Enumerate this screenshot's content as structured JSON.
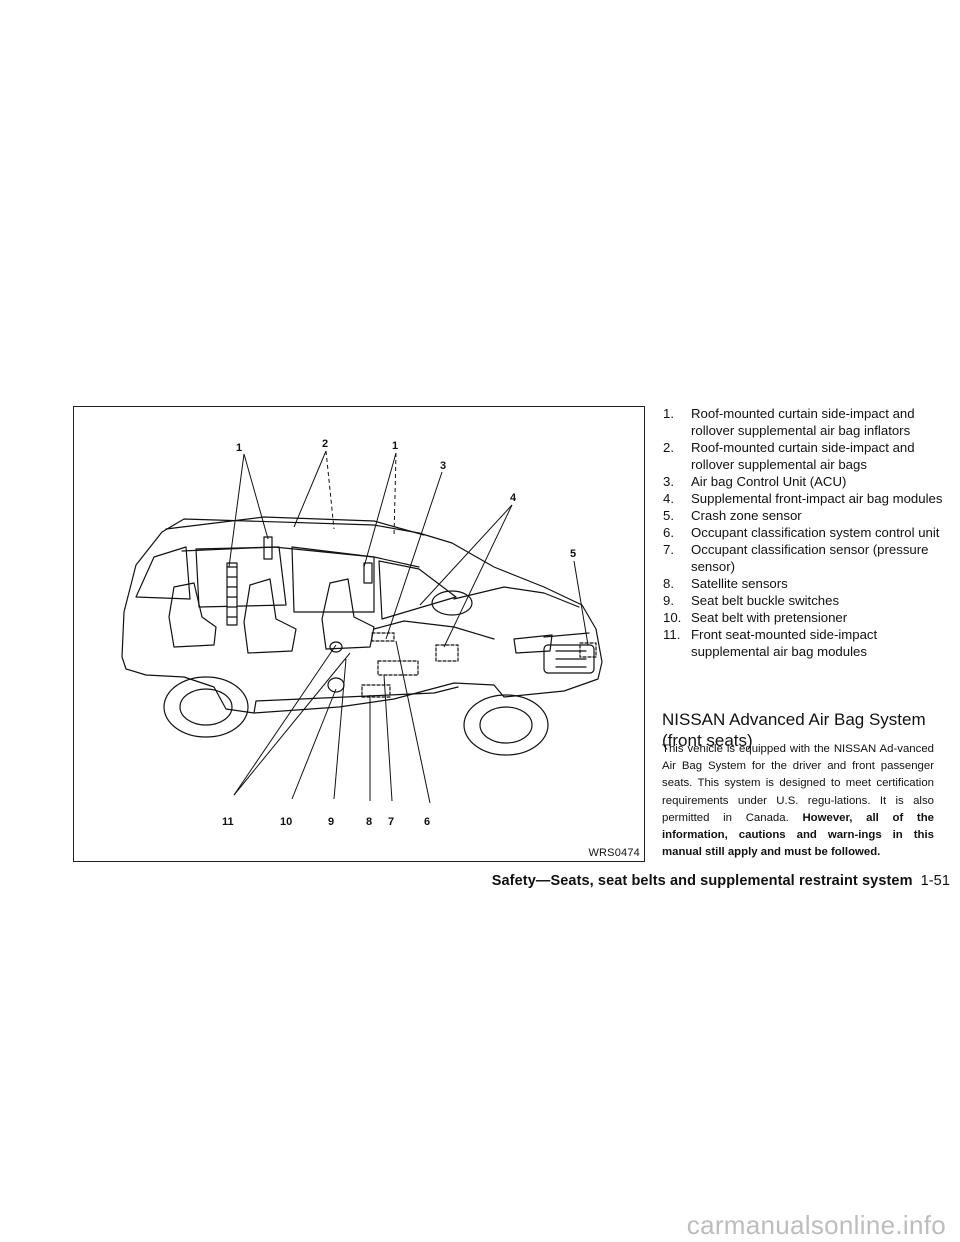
{
  "figure": {
    "code": "WRS0474",
    "callouts": {
      "top": [
        "1",
        "2",
        "1",
        "3",
        "4",
        "5"
      ],
      "bottom": [
        "11",
        "10",
        "9",
        "8",
        "7",
        "6"
      ]
    }
  },
  "legend": [
    {
      "num": "1.",
      "text": "Roof-mounted curtain side-impact and rollover supplemental air bag inflators"
    },
    {
      "num": "2.",
      "text": "Roof-mounted curtain side-impact and rollover supplemental air bags"
    },
    {
      "num": "3.",
      "text": "Air bag Control Unit (ACU)"
    },
    {
      "num": "4.",
      "text": "Supplemental front-impact air bag modules"
    },
    {
      "num": "5.",
      "text": "Crash zone sensor"
    },
    {
      "num": "6.",
      "text": "Occupant classification system control unit"
    },
    {
      "num": "7.",
      "text": "Occupant classification sensor (pressure sensor)"
    },
    {
      "num": "8.",
      "text": "Satellite sensors"
    },
    {
      "num": "9.",
      "text": "Seat belt buckle switches"
    },
    {
      "num": "10.",
      "text": "Seat belt with pretensioner"
    },
    {
      "num": "11.",
      "text": "Front seat-mounted side-impact supplemental air bag modules"
    }
  ],
  "section": {
    "title": "NISSAN Advanced Air Bag System (front seats)",
    "body": "This vehicle is equipped with the NISSAN Ad-vanced Air Bag System for the driver and front passenger seats. This system is designed to meet certification requirements under U.S. regu-lations. It is also permitted in Canada.",
    "body_bold": "However, all of the information, cautions and warn-ings in this manual still apply and must be followed."
  },
  "footer": {
    "section": "Safety—Seats, seat belts and supplemental restraint system",
    "page": "1-51"
  },
  "watermark": "carmanualsonline.info"
}
